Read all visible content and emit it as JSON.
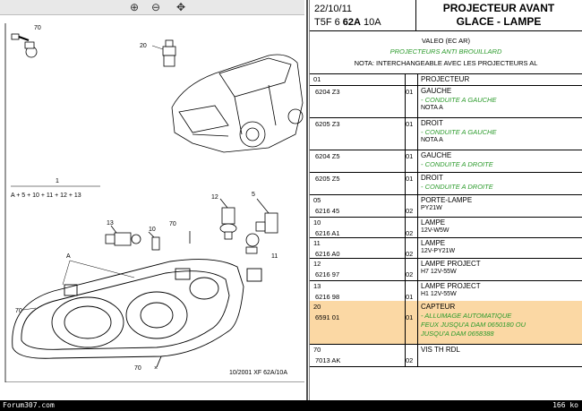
{
  "toolbar": {
    "icons": [
      "zoom-in-icon",
      "zoom-out-icon",
      "fit-icon"
    ],
    "zoom_in": "⊕",
    "zoom_out": "⊖",
    "fit": "✥"
  },
  "header": {
    "date": "22/10/11",
    "ref_prefix": "T5F 6 ",
    "ref_bold": "62A",
    "ref_suffix": " 10A",
    "title_line1": "PROJECTEUR AVANT",
    "title_line2": "GLACE - LAMPE"
  },
  "info": {
    "line1": "VALEO (EC AR)",
    "line2": "PROJECTEURS ANTI BROUILLARD",
    "line3": "NOTA: INTERCHANGEABLE AVEC LES PROJECTEURS AL"
  },
  "rows": [
    {
      "num": "01",
      "code": "",
      "qty": "",
      "name": "PROJECTEUR",
      "lines": []
    },
    {
      "num": "",
      "code": "6204 Z3",
      "qty": "01",
      "name": "GAUCHE",
      "lines": [
        {
          "t": "- CONDUITE A GAUCHE",
          "c": "green"
        },
        {
          "t": "NOTA A",
          "c": "blk"
        }
      ]
    },
    {
      "num": "",
      "code": "6205 Z3",
      "qty": "01",
      "name": "DROIT",
      "lines": [
        {
          "t": "- CONDUITE A GAUCHE",
          "c": "green"
        },
        {
          "t": "NOTA A",
          "c": "blk"
        }
      ]
    },
    {
      "num": "",
      "code": "6204 Z5",
      "qty": "01",
      "name": "GAUCHE",
      "lines": [
        {
          "t": "- CONDUITE A DROITE",
          "c": "green"
        }
      ]
    },
    {
      "num": "",
      "code": "6205 Z5",
      "qty": "01",
      "name": "DROIT",
      "lines": [
        {
          "t": "- CONDUITE A DROITE",
          "c": "green"
        }
      ]
    },
    {
      "num": "05",
      "code": "6216 45",
      "qty": "02",
      "name": "PORTE-LAMPE",
      "lines": [
        {
          "t": "PY21W",
          "c": "blk"
        }
      ]
    },
    {
      "num": "10",
      "code": "6216 A1",
      "qty": "02",
      "name": "LAMPE",
      "lines": [
        {
          "t": "12V-W5W",
          "c": "blk"
        }
      ]
    },
    {
      "num": "11",
      "code": "6216 A0",
      "qty": "02",
      "name": "LAMPE",
      "lines": [
        {
          "t": "12V-PY21W",
          "c": "blk"
        }
      ]
    },
    {
      "num": "12",
      "code": "6216 97",
      "qty": "02",
      "name": "LAMPE PROJECT",
      "lines": [
        {
          "t": "H7 12V-55W",
          "c": "blk"
        }
      ]
    },
    {
      "num": "13",
      "code": "6216 98",
      "qty": "01",
      "name": "LAMPE PROJECT",
      "lines": [
        {
          "t": "H1 12V-55W",
          "c": "blk"
        }
      ]
    },
    {
      "num": "20",
      "code": "6591 01",
      "qty": "01",
      "name": "CAPTEUR",
      "lines": [
        {
          "t": "- ALLUMAGE AUTOMATIQUE",
          "c": "green"
        },
        {
          "t": "FEUX JUSQU'A DAM 0650180 OU",
          "c": "green"
        },
        {
          "t": "JUSQU'A DAM 0658388",
          "c": "green"
        }
      ]
    },
    {
      "num": "70",
      "code": "7013 AK",
      "qty": "02",
      "name": "VIS TH RDL",
      "lines": []
    }
  ],
  "diagram": {
    "labels": {
      "l70a": "70",
      "l20": "20",
      "l1": "1",
      "formula": "A + 5 + 10 + 11 + 12 + 13",
      "l12": "12",
      "l5": "5",
      "l13": "13",
      "l10": "10",
      "l70b": "70",
      "lA": "A",
      "l11": "11",
      "l70c": "70",
      "l70d": "70",
      "footer": "10/2001   XF 62A/10A"
    }
  },
  "status": {
    "left": "Forum307.com",
    "right": "166 ko"
  },
  "colors": {
    "highlight": "#fbd8a4",
    "green_text": "#2a9a2a",
    "toolbar_bg": "#e8e8e8"
  }
}
